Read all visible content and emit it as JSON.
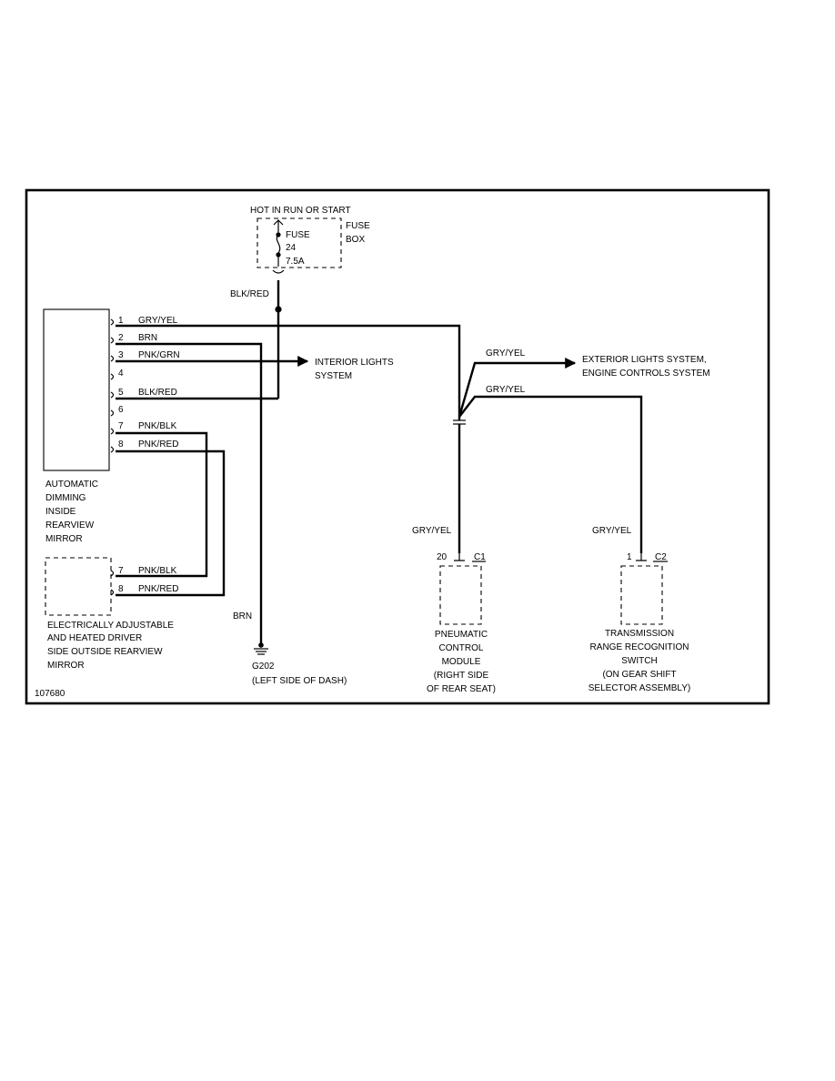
{
  "power": {
    "hot_label": "HOT IN RUN OR START",
    "fuse_box": [
      "FUSE",
      "BOX"
    ],
    "fuse": [
      "FUSE",
      "24",
      "7.5A"
    ],
    "feed_wire": "BLK/RED"
  },
  "mirror": {
    "name": [
      "AUTOMATIC",
      "DIMMING",
      "INSIDE",
      "REARVIEW",
      "MIRROR"
    ],
    "pins": [
      {
        "pin": "1",
        "wire": "GRY/YEL"
      },
      {
        "pin": "2",
        "wire": "BRN"
      },
      {
        "pin": "3",
        "wire": "PNK/GRN"
      },
      {
        "pin": "4",
        "wire": ""
      },
      {
        "pin": "5",
        "wire": "BLK/RED"
      },
      {
        "pin": "6",
        "wire": ""
      },
      {
        "pin": "7",
        "wire": "PNK/BLK"
      },
      {
        "pin": "8",
        "wire": "PNK/RED"
      }
    ]
  },
  "outside_mirror": {
    "name": [
      "ELECTRICALLY ADJUSTABLE",
      "AND HEATED DRIVER",
      "SIDE OUTSIDE REARVIEW",
      "MIRROR"
    ],
    "pins": [
      {
        "pin": "7",
        "wire": "PNK/BLK"
      },
      {
        "pin": "8",
        "wire": "PNK/RED"
      }
    ]
  },
  "interior": {
    "label": [
      "INTERIOR LIGHTS",
      "SYSTEM"
    ]
  },
  "exterior": {
    "wire": "GRY/YEL",
    "label": [
      "EXTERIOR LIGHTS SYSTEM,",
      "ENGINE CONTROLS SYSTEM"
    ]
  },
  "trans_branch_wire": "GRY/YEL",
  "ground": {
    "wire": "BRN",
    "label": [
      "G202",
      "(LEFT SIDE OF DASH)"
    ]
  },
  "pcm": {
    "wire": "GRY/YEL",
    "pin": "20",
    "connector": "C1",
    "name": [
      "PNEUMATIC",
      "CONTROL",
      "MODULE",
      "(RIGHT SIDE",
      "OF REAR SEAT)"
    ]
  },
  "trs": {
    "wire": "GRY/YEL",
    "pin": "1",
    "connector": "C2",
    "name": [
      "TRANSMISSION",
      "RANGE RECOGNITION",
      "SWITCH",
      "(ON GEAR SHIFT",
      "SELECTOR ASSEMBLY)"
    ]
  },
  "figure_id": "107680"
}
